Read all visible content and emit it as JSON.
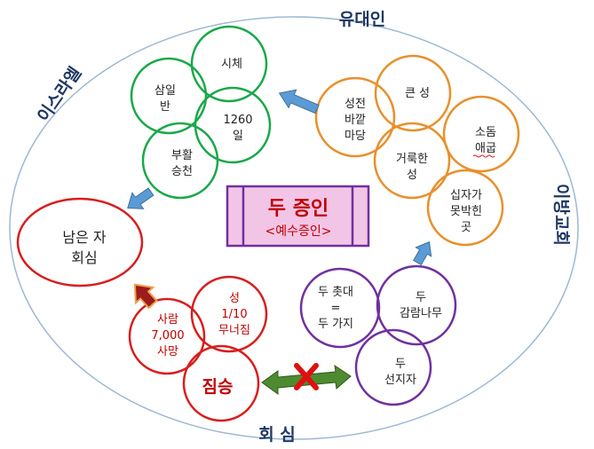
{
  "colors": {
    "green": "#1aa84a",
    "orange": "#e8902c",
    "purple": "#7030a0",
    "red": "#d81e1e",
    "blue_arrow": "#5b9bd5",
    "navy_text": "#1f3864",
    "title_fill": "#f2c4e6",
    "title_border": "#7030a0",
    "green_arrow": "#4e8a30",
    "x_mark": "#e01010"
  },
  "labels": {
    "top": "유대인",
    "left": "이스라엘",
    "right": "이방교회",
    "bottom": "회 심"
  },
  "center": {
    "title": "두 증인",
    "subtitle": "<예수증인>"
  },
  "green": {
    "corpse": "시체",
    "three_and_half": [
      "삼일",
      "반"
    ],
    "days_1260": [
      "1260",
      "일"
    ],
    "resurrection": [
      "부활",
      "승천"
    ]
  },
  "orange": {
    "square": [
      "성전",
      "바깥",
      "마당"
    ],
    "great_city": "큰 성",
    "sodom_egypt": [
      "소돔",
      "애굽"
    ],
    "holy_city": [
      "거룩한",
      "성"
    ],
    "crucified": [
      "십자가",
      "못박힌",
      "곳"
    ]
  },
  "purple": {
    "candlesticks": [
      "두 촛대",
      "=",
      "두 가지"
    ],
    "olive_trees": [
      "두",
      "감람나무"
    ],
    "prophets": [
      "두",
      "선지자"
    ]
  },
  "red": {
    "remnant": [
      "남은 자",
      "회심"
    ],
    "killed": [
      "사람",
      "7,000",
      "사망"
    ],
    "tenth": [
      "성",
      "1/10",
      "무너짐"
    ],
    "beast": "짐승"
  },
  "icons": {
    "arrows": "arrow-icon",
    "conflict": "x-mark-icon"
  }
}
